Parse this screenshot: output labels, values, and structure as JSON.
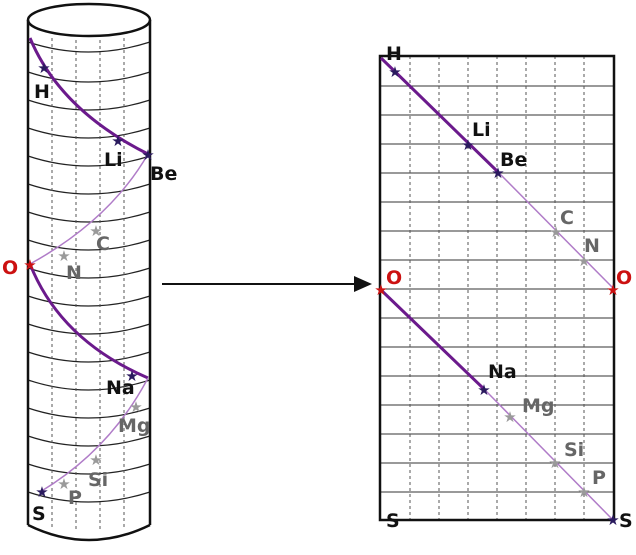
{
  "cylinder": {
    "labels": {
      "H": "H",
      "Li": "Li",
      "Be": "Be",
      "C": "C",
      "N": "N",
      "O": "O",
      "Na": "Na",
      "Mg": "Mg",
      "Si": "Si",
      "P": "P",
      "S": "S"
    }
  },
  "unrolled": {
    "labels": {
      "H": "H",
      "Li": "Li",
      "Be": "Be",
      "C": "C",
      "N": "N",
      "O_left": "O",
      "O_right": "O",
      "Na": "Na",
      "Mg": "Mg",
      "Si": "Si",
      "P": "P",
      "S_left": "S",
      "S_right": "S"
    }
  },
  "colors": {
    "helix_primary": "#6b1a8c",
    "helix_secondary": "#b07cc8",
    "star_dark": "#2a1a5e",
    "star_light": "#9a9a9a",
    "oxygen_label": "#cc1111",
    "outline": "#111111"
  }
}
